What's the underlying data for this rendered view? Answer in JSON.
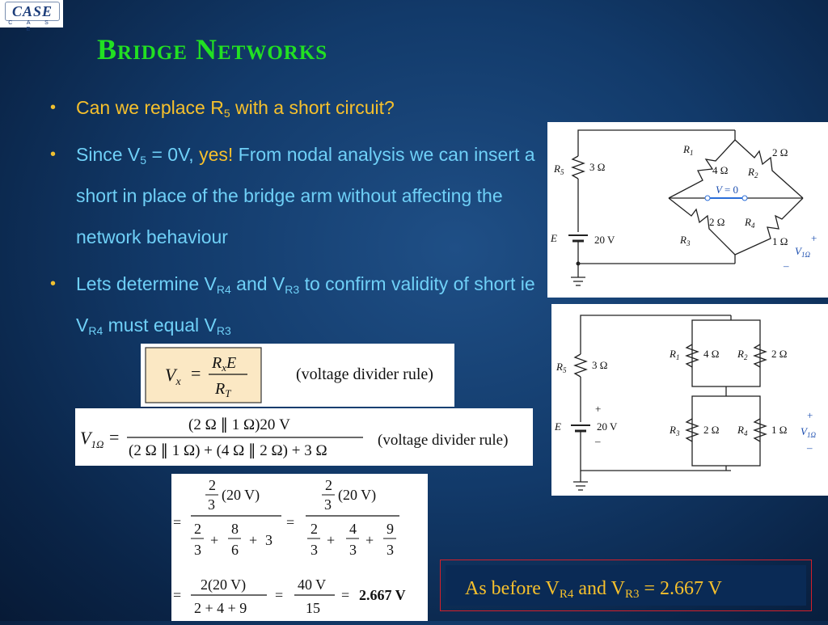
{
  "logo": {
    "main": "CASE",
    "sub": "C A S E"
  },
  "slide": {
    "title": "Bridge Networks"
  },
  "bullets": [
    {
      "segments": [
        {
          "text": "Can we replace R",
          "color": "yellow"
        },
        {
          "text": "5",
          "color": "yellow",
          "sub": true
        },
        {
          "text": " with a short circuit?",
          "color": "yellow"
        }
      ]
    },
    {
      "segments": [
        {
          "text": "Since V",
          "color": "cyan"
        },
        {
          "text": "5",
          "color": "cyan",
          "sub": true
        },
        {
          "text": " = 0V, ",
          "color": "cyan"
        },
        {
          "text": "yes! ",
          "color": "yellow"
        },
        {
          "text": "From nodal analysis we can insert a short in place of the bridge arm without affecting the network behaviour",
          "color": "cyan"
        }
      ]
    },
    {
      "segments": [
        {
          "text": "Lets determine V",
          "color": "cyan"
        },
        {
          "text": "R4",
          "color": "cyan",
          "sub": true
        },
        {
          "text": " and V",
          "color": "cyan"
        },
        {
          "text": "R3",
          "color": "cyan",
          "sub": true
        },
        {
          "text": " to confirm validity of short ie V",
          "color": "cyan"
        },
        {
          "text": "R4",
          "color": "cyan",
          "sub": true
        },
        {
          "text": " must equal V",
          "color": "cyan"
        },
        {
          "text": "R3",
          "color": "cyan",
          "sub": true
        }
      ]
    }
  ],
  "formula1": {
    "lhs": "V",
    "lhs_sub": "x",
    "num": "R",
    "num_sub": "x",
    "num_tail": "E",
    "den": "R",
    "den_sub": "T",
    "note": "(voltage divider rule)"
  },
  "formula2": {
    "lhs": "V",
    "lhs_sub": "1Ω",
    "num": "(2 Ω ∥ 1 Ω)20 V",
    "den": "(2 Ω ∥ 1 Ω) + (4 Ω ∥ 2 Ω) + 3 Ω",
    "note": "(voltage divider rule)"
  },
  "formula3": {
    "eq": "=",
    "two": "2",
    "three": "3",
    "four": "4",
    "six": "6",
    "eight": "8",
    "nine": "9",
    "plus": "+",
    "v20": "(20 V)",
    "num_b": "2(20 V)",
    "den_b": "2 + 4 + 9",
    "num_c": "40 V",
    "den_c": "15",
    "result": "2.667 V"
  },
  "circuit1": {
    "R5": "R",
    "R5_sub": "5",
    "R5_val": "3 Ω",
    "R1": "R",
    "R1_sub": "1",
    "R1_val": "4 Ω",
    "R2": "R",
    "R2_sub": "2",
    "R2_val": "2 Ω",
    "R3": "R",
    "R3_sub": "3",
    "R3_val": "2 Ω",
    "R4": "R",
    "R4_sub": "4",
    "R4_val": "1 Ω",
    "V": "V",
    "V_eq": "= 0",
    "E": "E",
    "E_val": "20 V",
    "V1": "V",
    "V1_sub": "1Ω",
    "plus": "+",
    "minus": "–"
  },
  "circuit2": {
    "R5": "R",
    "R5_sub": "5",
    "R5_val": "3 Ω",
    "R1": "R",
    "R1_sub": "1",
    "R1_val": "4 Ω",
    "R2": "R",
    "R2_sub": "2",
    "R2_val": "2 Ω",
    "R3": "R",
    "R3_sub": "3",
    "R3_val": "2 Ω",
    "R4": "R",
    "R4_sub": "4",
    "R4_val": "1 Ω",
    "E": "E",
    "E_val": "20 V",
    "V1": "V",
    "V1_sub": "1Ω",
    "plus": "+",
    "minus": "–"
  },
  "answer": {
    "prefix": "As before V",
    "sub1": "R4",
    "mid": " and V",
    "sub2": "R3",
    "suffix": " = 2.667 V"
  },
  "colors": {
    "title": "#22e022",
    "yellow": "#f6c02c",
    "cyan": "#6fd0f7",
    "box_border": "#d3202a",
    "formula_box": "#fbe8c4"
  }
}
